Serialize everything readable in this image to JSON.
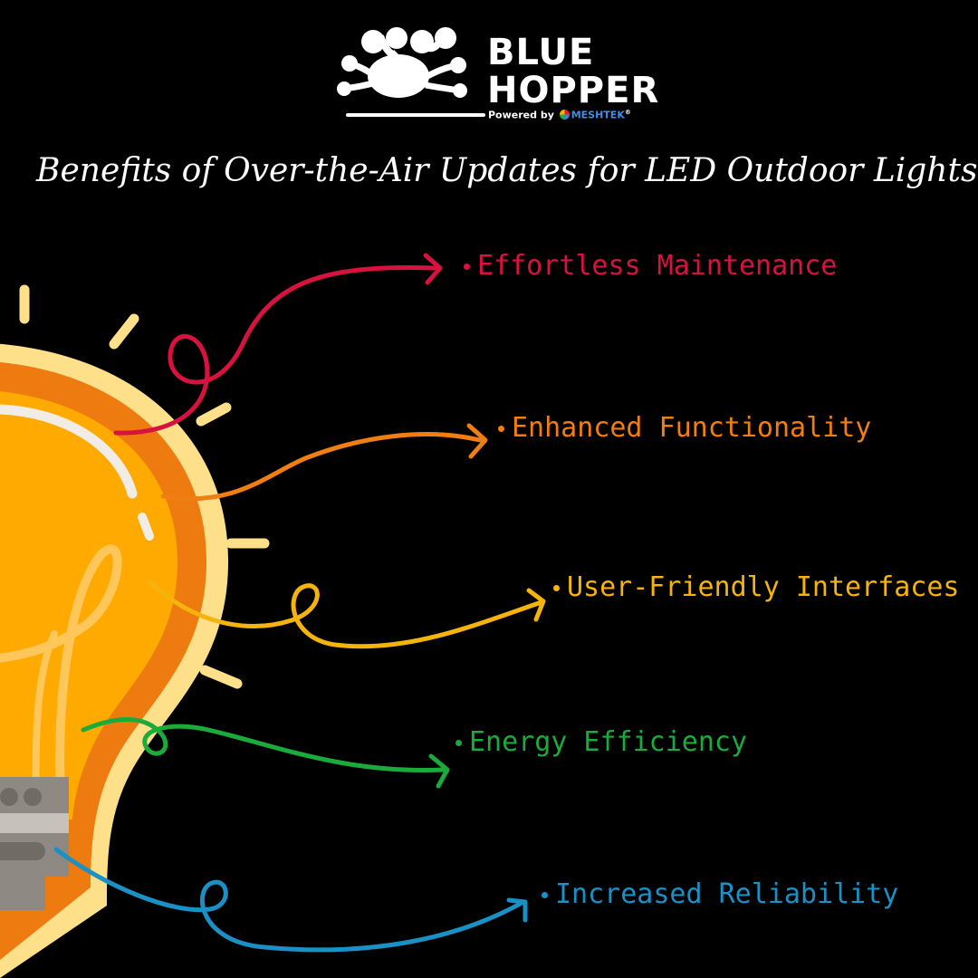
{
  "brand": {
    "line1": "BLUE",
    "line2": "HOPPER",
    "powered_by": "Powered by",
    "partner": "MESHTEK",
    "registered_mark": "®"
  },
  "headline": "Benefits of Over-the-Air Updates for LED Outdoor Lights",
  "benefits": [
    {
      "label": "Effortless Maintenance",
      "color": "#d8123f"
    },
    {
      "label": "Enhanced Functionality",
      "color": "#f07e13"
    },
    {
      "label": "User-Friendly Interfaces",
      "color": "#f4b40d"
    },
    {
      "label": "Energy Efficiency",
      "color": "#1aab3a"
    },
    {
      "label": "Increased Reliability",
      "color": "#1a90c4"
    }
  ],
  "colors": {
    "background": "#000000",
    "bulb_glass": "#ffaa00",
    "bulb_outline": "#ee7b10",
    "bulb_halo": "#ffe08a",
    "base_metal": "#8e8a83"
  }
}
